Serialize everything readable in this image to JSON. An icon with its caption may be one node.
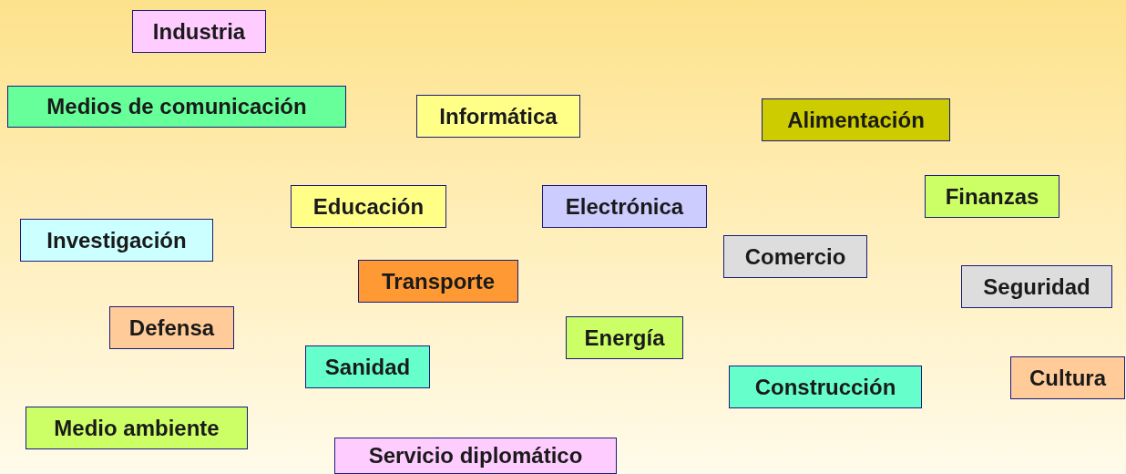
{
  "diagram": {
    "nodes": [
      {
        "text": [
          "Industria"
        ]
      },
      {
        "text": [
          "Medios de comunicación"
        ]
      },
      {
        "text": [
          "Informática"
        ]
      },
      {
        "text": [
          "Alimentación"
        ]
      },
      {
        "text": [
          "Educación"
        ]
      },
      {
        "text": [
          "Electrónica"
        ]
      },
      {
        "text": [
          "Finanzas"
        ]
      },
      {
        "text": [
          "Investigación"
        ]
      },
      {
        "text": [
          "Comercio"
        ]
      },
      {
        "text": [
          "Transporte"
        ]
      },
      {
        "text": [
          "Seguridad"
        ]
      },
      {
        "text": [
          "Defensa"
        ]
      },
      {
        "text": [
          "Energía"
        ]
      },
      {
        "text": [
          "Sanidad"
        ]
      },
      {
        "text": [
          "Construcción"
        ]
      },
      {
        "text": [
          "Cultura"
        ]
      },
      {
        "text": [
          "Medio ambiente"
        ]
      },
      {
        "text": [
          "Servicio diplomático"
        ]
      }
    ]
  }
}
